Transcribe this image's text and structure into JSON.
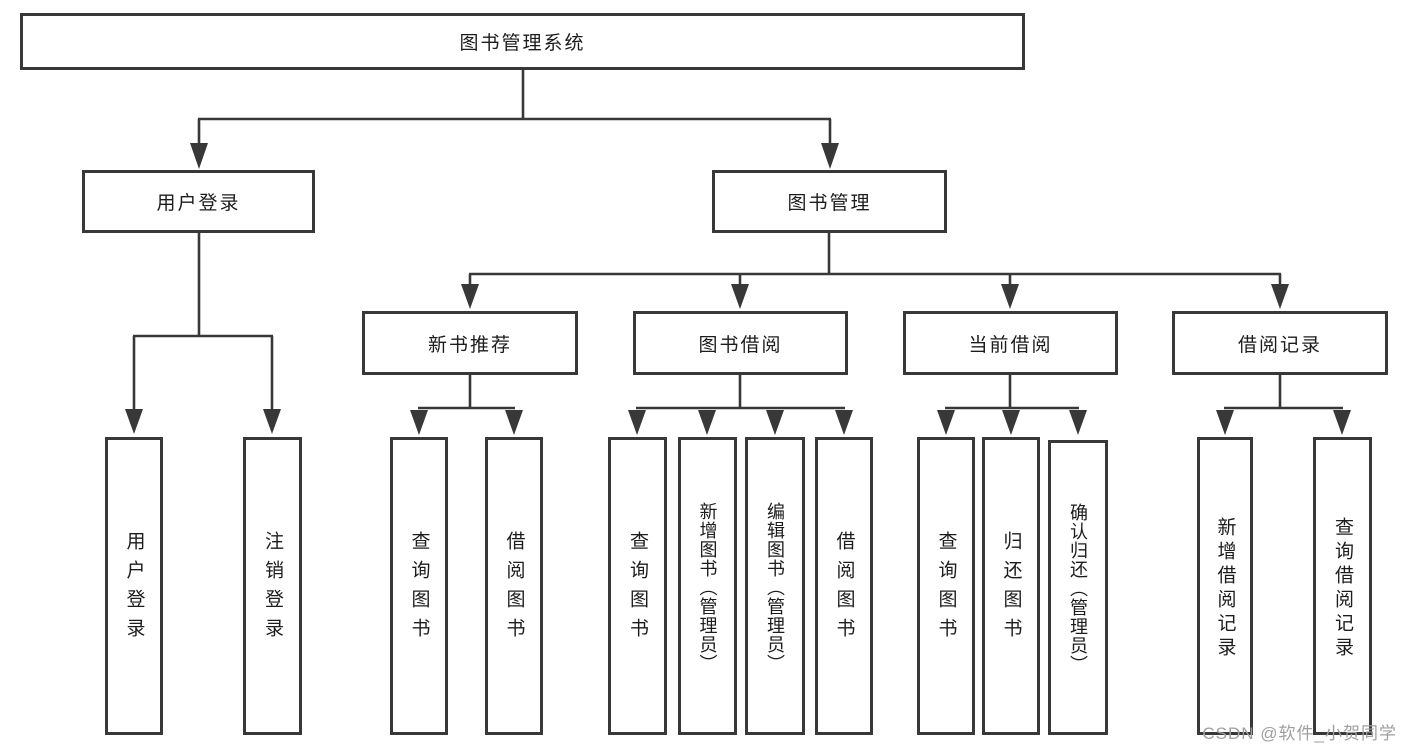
{
  "diagram": {
    "root": "图书管理系统",
    "branches": [
      {
        "label": "用户登录",
        "children": [
          "用户登录",
          "注销登录"
        ]
      },
      {
        "label": "图书管理",
        "children": [
          {
            "label": "新书推荐",
            "children": [
              "查询图书",
              "借阅图书"
            ]
          },
          {
            "label": "图书借阅",
            "children": [
              "查询图书",
              "新增图书（管理员）",
              "编辑图书（管理员）",
              "借阅图书"
            ]
          },
          {
            "label": "当前借阅",
            "children": [
              "查询图书",
              "归还图书",
              "确认归还（管理员）"
            ]
          },
          {
            "label": "借阅记录",
            "children": [
              "新增借阅记录",
              "查询借阅记录"
            ]
          }
        ]
      }
    ]
  },
  "watermark": {
    "text": "CSDN @软件_小贺同学"
  },
  "colors": {
    "line": "#383838",
    "box_border": "#383838",
    "text": "#1c1c1c",
    "watermark": "#9f9f9f",
    "background": "#ffffff"
  }
}
